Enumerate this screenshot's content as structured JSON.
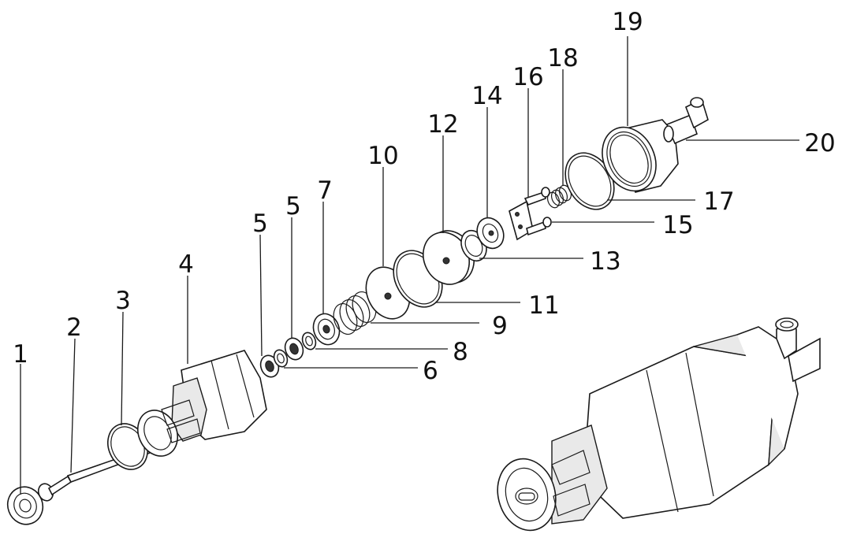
{
  "diagram": {
    "part_numbers": [
      "1",
      "2",
      "3",
      "4",
      "5",
      "5",
      "6",
      "7",
      "8",
      "9",
      "10",
      "11",
      "12",
      "13",
      "14",
      "15",
      "16",
      "17",
      "18",
      "19",
      "20"
    ]
  }
}
